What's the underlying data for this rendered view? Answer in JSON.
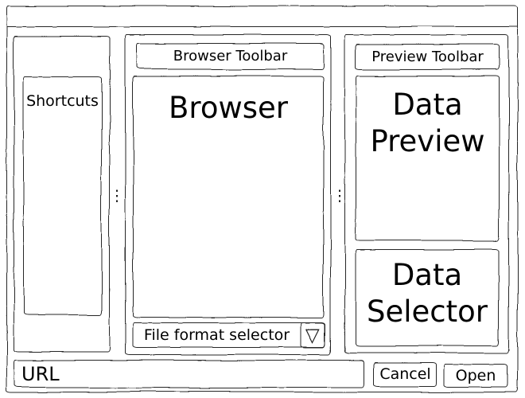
{
  "window": {
    "titlebar_text": ""
  },
  "shortcuts_panel": {
    "label": "Shortcuts"
  },
  "browser_panel": {
    "toolbar_label": "Browser Toolbar",
    "area_label": "Browser",
    "format_selector_label": "File format selector"
  },
  "preview_panel": {
    "toolbar_label": "Preview Toolbar",
    "preview_label": "Data Preview",
    "selector_label": "Data Selector"
  },
  "footer": {
    "url_value": "URL",
    "cancel_label": "Cancel",
    "open_label": "Open"
  },
  "icons": {
    "dropdown_arrow": "▽",
    "splitter_handle": "⋮"
  },
  "colors": {
    "stroke": "#262626",
    "background": "#ffffff",
    "text": "#000000"
  }
}
